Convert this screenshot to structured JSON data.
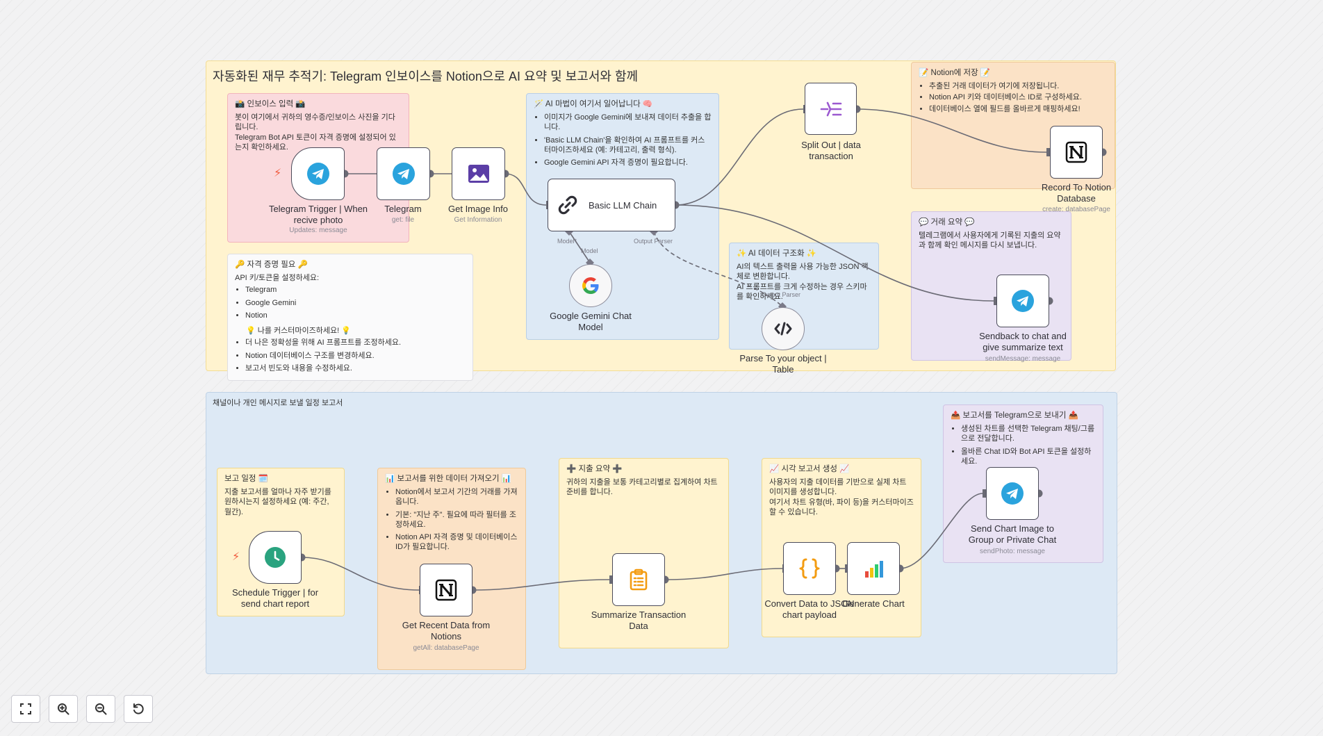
{
  "workflow": {
    "top_title": "자동화된 재무 추적기: Telegram 인보이스를 Notion으로 AI 요약 및 보고서와 함께",
    "bottom_title": "채널이나 개인 메시지로 보낼 일정 보고서"
  },
  "stickies": {
    "invoice_input": {
      "title": "📸 인보이스 입력 📸",
      "line1": "봇이 여기에서 귀하의 영수증/인보이스 사진을 기다립니다.",
      "line2": "Telegram Bot API 토큰이 자격 증명에 설정되어 있는지 확인하세요."
    },
    "credentials": {
      "title": "🔑 자격 증명 필요 🔑",
      "intro": "API 키/토큰을 설정하세요:",
      "items": [
        "Telegram",
        "Google Gemini",
        "Notion"
      ],
      "customize_title": "💡 나를 커스터마이즈하세요! 💡",
      "customize_items": [
        "더 나은 정확성을 위해 AI 프롬프트를 조정하세요.",
        "Notion 데이터베이스 구조를 변경하세요.",
        "보고서 빈도와 내용을 수정하세요."
      ]
    },
    "ai_magic": {
      "title": "🪄 AI 마법이 여기서 일어납니다 🧠",
      "items": [
        "이미지가 Google Gemini에 보내져 데이터 추출을 합니다.",
        "'Basic LLM Chain'을 확인하여 AI 프롬프트를 커스터마이즈하세요 (예: 카테고리, 출력 형식).",
        "Google Gemini API 자격 증명이 필요합니다."
      ]
    },
    "ai_structure": {
      "title": "✨ AI 데이터 구조화 ✨",
      "line1": "AI의 텍스트 출력을 사용 가능한 JSON 객체로 변환합니다.",
      "line2": "AI 프롬프트를 크게 수정하는 경우 스키마를 확인하세요."
    },
    "notion_save": {
      "title": "📝 Notion에 저장 📝",
      "items": [
        "추출된 거래 데이터가 여기에 저장됩니다.",
        "Notion API 키와 데이터베이스 ID로 구성하세요.",
        "데이터베이스 열에 필드를 올바르게 매핑하세요!"
      ]
    },
    "transaction_summary": {
      "title": "💬 거래 요약 💬",
      "line1": "텔레그램에서 사용자에게 기록된 지출의 요약과 함께 확인 메시지를 다시 보냅니다."
    },
    "report_schedule": {
      "title": "보고 일정 🗓️",
      "line1": "지출 보고서를 얼마나 자주 받기를 원하시는지 설정하세요 (예: 주간, 월간)."
    },
    "fetch_data": {
      "title": "📊 보고서를 위한 데이터 가져오기 📊",
      "items": [
        "Notion에서 보고서 기간의 거래를 가져옵니다.",
        "기본: \"지난 주\". 필요에 따라 필터를 조정하세요.",
        "Notion API 자격 증명 및 데이터베이스 ID가 필요합니다."
      ]
    },
    "spend_summary": {
      "title": "➕ 지출 요약 ➕",
      "line1": "귀하의 지출을 보통 카테고리별로 집계하여 차트 준비를 합니다."
    },
    "visual_report": {
      "title": "📈 시각 보고서 생성 📈",
      "line1": "사용자의 지출 데이터를 기반으로 실제 차트 이미지를 생성합니다.",
      "line2": "여기서 차트 유형(바, 파이 등)을 커스터마이즈할 수 있습니다."
    },
    "send_report": {
      "title": "📤 보고서를 Telegram으로 보내기 📤",
      "items": [
        "생성된 차트를 선택한 Telegram 채팅/그룹으로 전달합니다.",
        "올바른 Chat ID와 Bot API 토큰을 설정하세요."
      ]
    }
  },
  "nodes": {
    "telegram_trigger": {
      "label": "Telegram Trigger | When recive photo",
      "sub": "Updates: message",
      "icon": "telegram-icon"
    },
    "telegram": {
      "label": "Telegram",
      "sub": "get: file",
      "icon": "telegram-icon"
    },
    "get_image_info": {
      "label": "Get Image Info",
      "sub": "Get Information",
      "icon": "image-icon"
    },
    "basic_llm_chain": {
      "label": "Basic LLM Chain",
      "icon": "chain-link-icon",
      "port_model": "Model*",
      "port_parser": "Output Parser"
    },
    "gemini_model": {
      "label": "Google Gemini Chat Model",
      "port": "Model",
      "icon": "google-icon"
    },
    "split_out": {
      "label": "Split Out | data transaction",
      "icon": "split-icon"
    },
    "parse_object": {
      "label": "Parse To your object | Table",
      "port": "Output Parser",
      "icon": "code-icon"
    },
    "record_notion": {
      "label": "Record To Notion Database",
      "sub": "create: databasePage",
      "icon": "notion-icon"
    },
    "sendback_chat": {
      "label": "Sendback to chat and give summarize text",
      "sub": "sendMessage: message",
      "icon": "telegram-icon"
    },
    "schedule_trigger": {
      "label": "Schedule Trigger | for send chart report",
      "icon": "clock-icon"
    },
    "get_recent_data": {
      "label": "Get Recent Data from Notions",
      "sub": "getAll: databasePage",
      "icon": "notion-icon"
    },
    "summarize_transaction": {
      "label": "Summarize Transaction Data",
      "icon": "clipboard-icon"
    },
    "convert_json": {
      "label": "Convert Data to JSON chart payload",
      "icon": "braces-icon"
    },
    "generate_chart": {
      "label": "Generate Chart",
      "icon": "bar-chart-icon"
    },
    "send_chart": {
      "label": "Send Chart Image to Group or Private Chat",
      "sub": "sendPhoto: message",
      "icon": "telegram-icon"
    }
  },
  "controls": {
    "fit_view": "fit-view-icon",
    "zoom_in": "zoom-in-icon",
    "zoom_out": "zoom-out-icon",
    "reset": "reset-icon"
  },
  "colors": {
    "yellow_group": "#fff3cf",
    "blue_group": "#dde9f5",
    "red_sticky": "#fadadd",
    "orange_sticky": "#fbe2c6",
    "purple_sticky": "#e9e2f3",
    "telegram": "#2aa3dd",
    "connection": "#6b6b75"
  }
}
